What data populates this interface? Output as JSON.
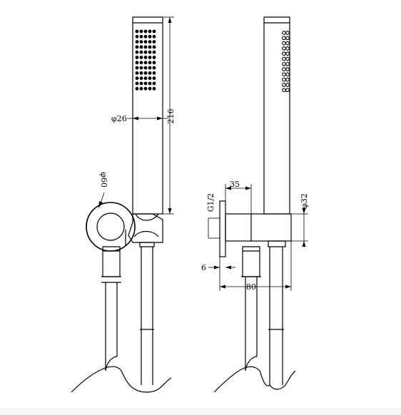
{
  "dimensions": {
    "left_view": {
      "diameter_handle": "φ26",
      "handle_length": "216",
      "bracket_diameter": "φ60"
    },
    "right_view": {
      "offset": "35",
      "thread": "G1/2",
      "diameter_outlet": "φ32",
      "plate_thickness": "6",
      "total_projection": "80"
    }
  },
  "colors": {
    "line": "#000000",
    "background": "#ffffff"
  }
}
